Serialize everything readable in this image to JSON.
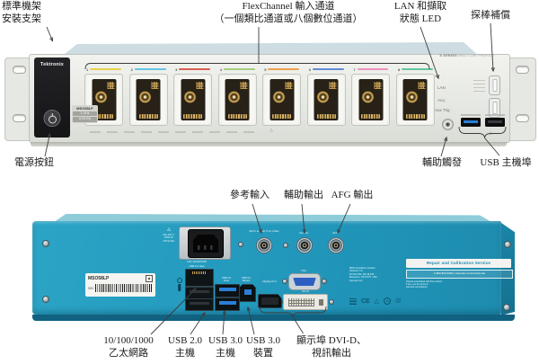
{
  "front_panel": {
    "brand": "Tektronix",
    "series_label": "5 SERIES",
    "series_sublabel": "MSO LOW PROFILE",
    "model_badge": {
      "model": "MSO58LP",
      "spec1": "1 GHz",
      "spec2": "6.25 GS"
    },
    "indicators": {
      "lan": "LAN",
      "acq": "Acq"
    },
    "aux_trig_label": "Aux Trig",
    "channels": [
      {
        "number": "1",
        "color": "#e5d14e"
      },
      {
        "number": "2",
        "color": "#62c6e3"
      },
      {
        "number": "3",
        "color": "#d95f52"
      },
      {
        "number": "4",
        "color": "#a4cf82"
      },
      {
        "number": "5",
        "color": "#eda14f"
      },
      {
        "number": "6",
        "color": "#5f8bd8"
      },
      {
        "number": "7",
        "color": "#ef8fc0"
      },
      {
        "number": "8",
        "color": "#5fc79a"
      }
    ],
    "callouts": {
      "rack_bracket": "標準機架\n安裝支架",
      "flexchannel": "FlexChannel 輸入通道\n（一個類比通道或八個數位通道）",
      "lan_status_led": "LAN 和擷取\n狀態 LED",
      "probe_comp": "探棒補償",
      "power_button": "電源按鈕",
      "aux_trigger": "輔助觸發",
      "usb_host": "USB 主機埠"
    }
  },
  "rear_panel": {
    "model_label": {
      "model": "MSO58LP",
      "sn": "S/N"
    },
    "power_rating": "100–240 V~\n50/60 Hz\n445 W Max",
    "port_labels": {
      "ref_in": "Ref In 10 MHz 5 Vp-p Max",
      "aux_out": "Aux Out",
      "afg": "AFG",
      "lan": "LAN 10/100/1000",
      "usb2": "USB 2.0 Host",
      "usb3_host": "USB 3.0\nHost",
      "usb3_device": "USB 3.0\nDevice",
      "display_port": "Display Port",
      "vga": "VGA",
      "dvi": "DVI-D"
    },
    "service": {
      "title": "Repair and Calibration Service",
      "contact": "1-800-833-9200 | www.tek.com/contact-tek",
      "address": "MFR Compliance Contact\nTektronix, Inc.\nPO Box 500, MS 39-545\nBeaverton, OR 97077, USA\nwww.tek.com",
      "patents": "Patents associated with this product,\nif any, can be found at\nwww.tek.com/patents"
    },
    "compliance": {
      "ce": "CE",
      "efup": "40"
    },
    "callouts": {
      "ref_in": "參考輸入",
      "aux_out": "輔助輸出",
      "afg_out": "AFG 輸出",
      "ethernet": "10/100/1000\n乙太網路",
      "usb2_host": "USB 2.0\n主機",
      "usb3_host": "USB 3.0\n主機",
      "usb3_device": "USB 3.0\n裝置",
      "display_out": "顯示埠 DVI-D、\n視訊輸出"
    }
  }
}
